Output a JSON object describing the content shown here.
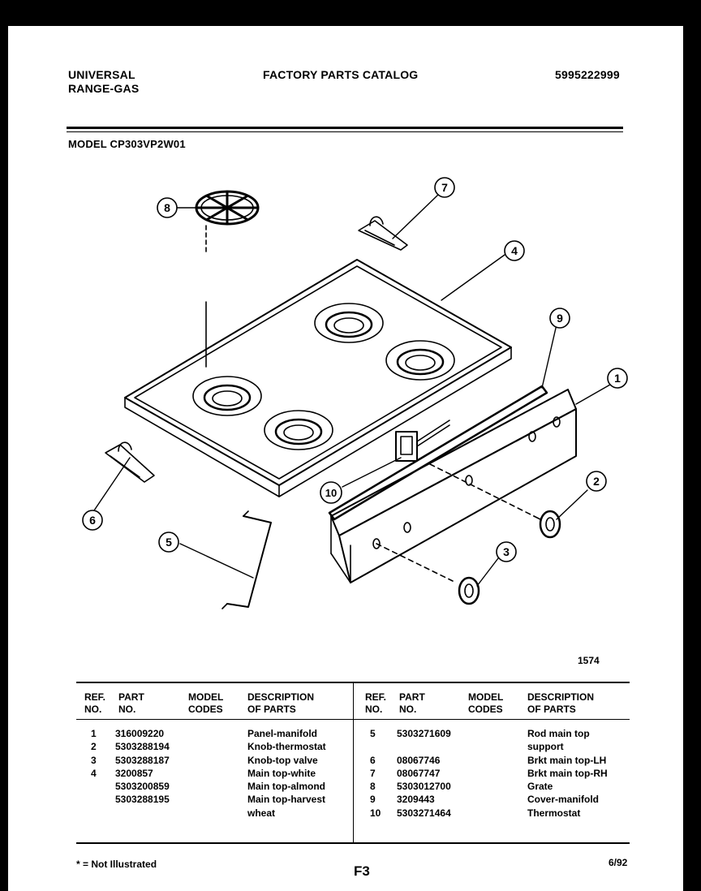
{
  "header": {
    "brand_line1": "UNIVERSAL",
    "brand_line2": "RANGE-GAS",
    "catalog_title": "FACTORY PARTS CATALOG",
    "catalog_number": "5995222999"
  },
  "model": {
    "label": "MODEL",
    "number": "CP303VP2W01"
  },
  "diagram": {
    "figure_number": "1574",
    "callouts": [
      "1",
      "2",
      "3",
      "4",
      "5",
      "6",
      "7",
      "8",
      "9",
      "10"
    ]
  },
  "table": {
    "headers": {
      "ref_1": "REF.",
      "ref_2": "NO.",
      "part_1": "PART",
      "part_2": "NO.",
      "model_1": "MODEL",
      "model_2": "CODES",
      "desc_1": "DESCRIPTION",
      "desc_2": "OF PARTS"
    },
    "left": {
      "refs": [
        "1",
        "2",
        "3",
        "4",
        "",
        "",
        ""
      ],
      "parts": [
        "316009220",
        "5303288194",
        "5303288187",
        "3200857",
        "5303200859",
        "5303288195",
        ""
      ],
      "descriptions": [
        "Panel-manifold",
        "Knob-thermostat",
        "Knob-top valve",
        "Main top-white",
        "Main top-almond",
        "Main top-harvest",
        "wheat"
      ]
    },
    "right": {
      "refs": [
        "5",
        "",
        "6",
        "7",
        "8",
        "9",
        "10"
      ],
      "parts": [
        "5303271609",
        "",
        "08067746",
        "08067747",
        "5303012700",
        "3209443",
        "5303271464"
      ],
      "descriptions": [
        "Rod main top",
        "support",
        "Brkt main top-LH",
        "Brkt main top-RH",
        "Grate",
        "Cover-manifold",
        "Thermostat"
      ]
    }
  },
  "footer": {
    "note": "* = Not Illustrated",
    "page": "F3",
    "date": "6/92"
  }
}
